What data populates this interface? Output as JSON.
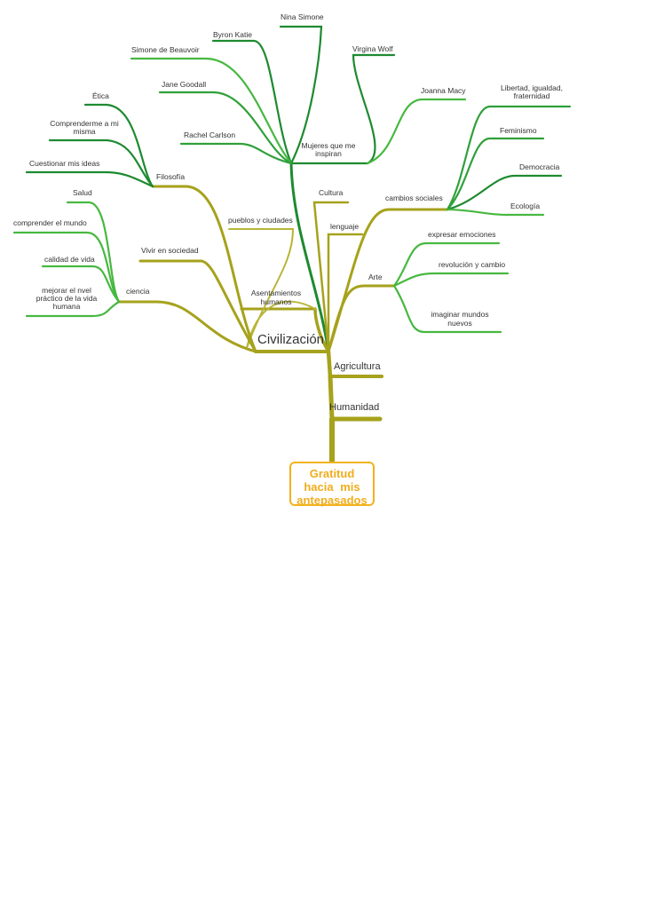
{
  "root": {
    "lines": [
      "Gratitud",
      "hacia   mis",
      "antepasados"
    ]
  },
  "colors": {
    "trunk": "#a6a21c",
    "olive_light": "#b8b53a",
    "green_dark": "#1e8a30",
    "green_mid": "#2fa03a",
    "green_light": "#47b840",
    "root_border": "#f2b21b",
    "root_text": "#f0ad1c"
  },
  "nodes": {
    "humanidad": "Humanidad",
    "agricultura": "Agricultura",
    "civilizacion": "Civilización",
    "asentamientos_1": "Asentamientos",
    "asentamientos_2": "humanos",
    "pueblos": "pueblos y ciudades",
    "vivir": "Vivir en sociedad",
    "filosofia": "Filosofía",
    "etica": "Ética",
    "comprenderme_1": "Comprenderme  a  mi",
    "comprenderme_2": "misma",
    "cuestionar": "Cuestionar mis ideas",
    "ciencia": "ciencia",
    "salud": "Salud",
    "comprender_mundo": "comprender el mundo",
    "calidad": "calidad de vida",
    "mejorar_1": "mejorar  el  nvel",
    "mejorar_2": "práctico  de  la  vida",
    "mejorar_3": "humana",
    "cultura": "Cultura",
    "lenguaje": "lenguaje",
    "arte": "Arte",
    "expresar": "expresar emociones",
    "revolucion": "revolución y cambio",
    "imaginar_1": "imaginar  mundos",
    "imaginar_2": "nuevos",
    "cambios": "cambios sociales",
    "libertad_1": "Libertad,  igualdad,",
    "libertad_2": "fraternidad",
    "feminismo": "Feminismo",
    "democracia": "Democracia",
    "ecologia": "Ecología",
    "mujeres_1": "Mujeres  que  me",
    "mujeres_2": "inspiran",
    "nina": "Nina Simone",
    "byron": "Byron Katie",
    "simone": "Simone de Beauvoir",
    "jane": "Jane Goodall",
    "rachel": "Rachel Carlson",
    "virginia": "Virgina Wolf",
    "joanna": "Joanna Macy"
  }
}
